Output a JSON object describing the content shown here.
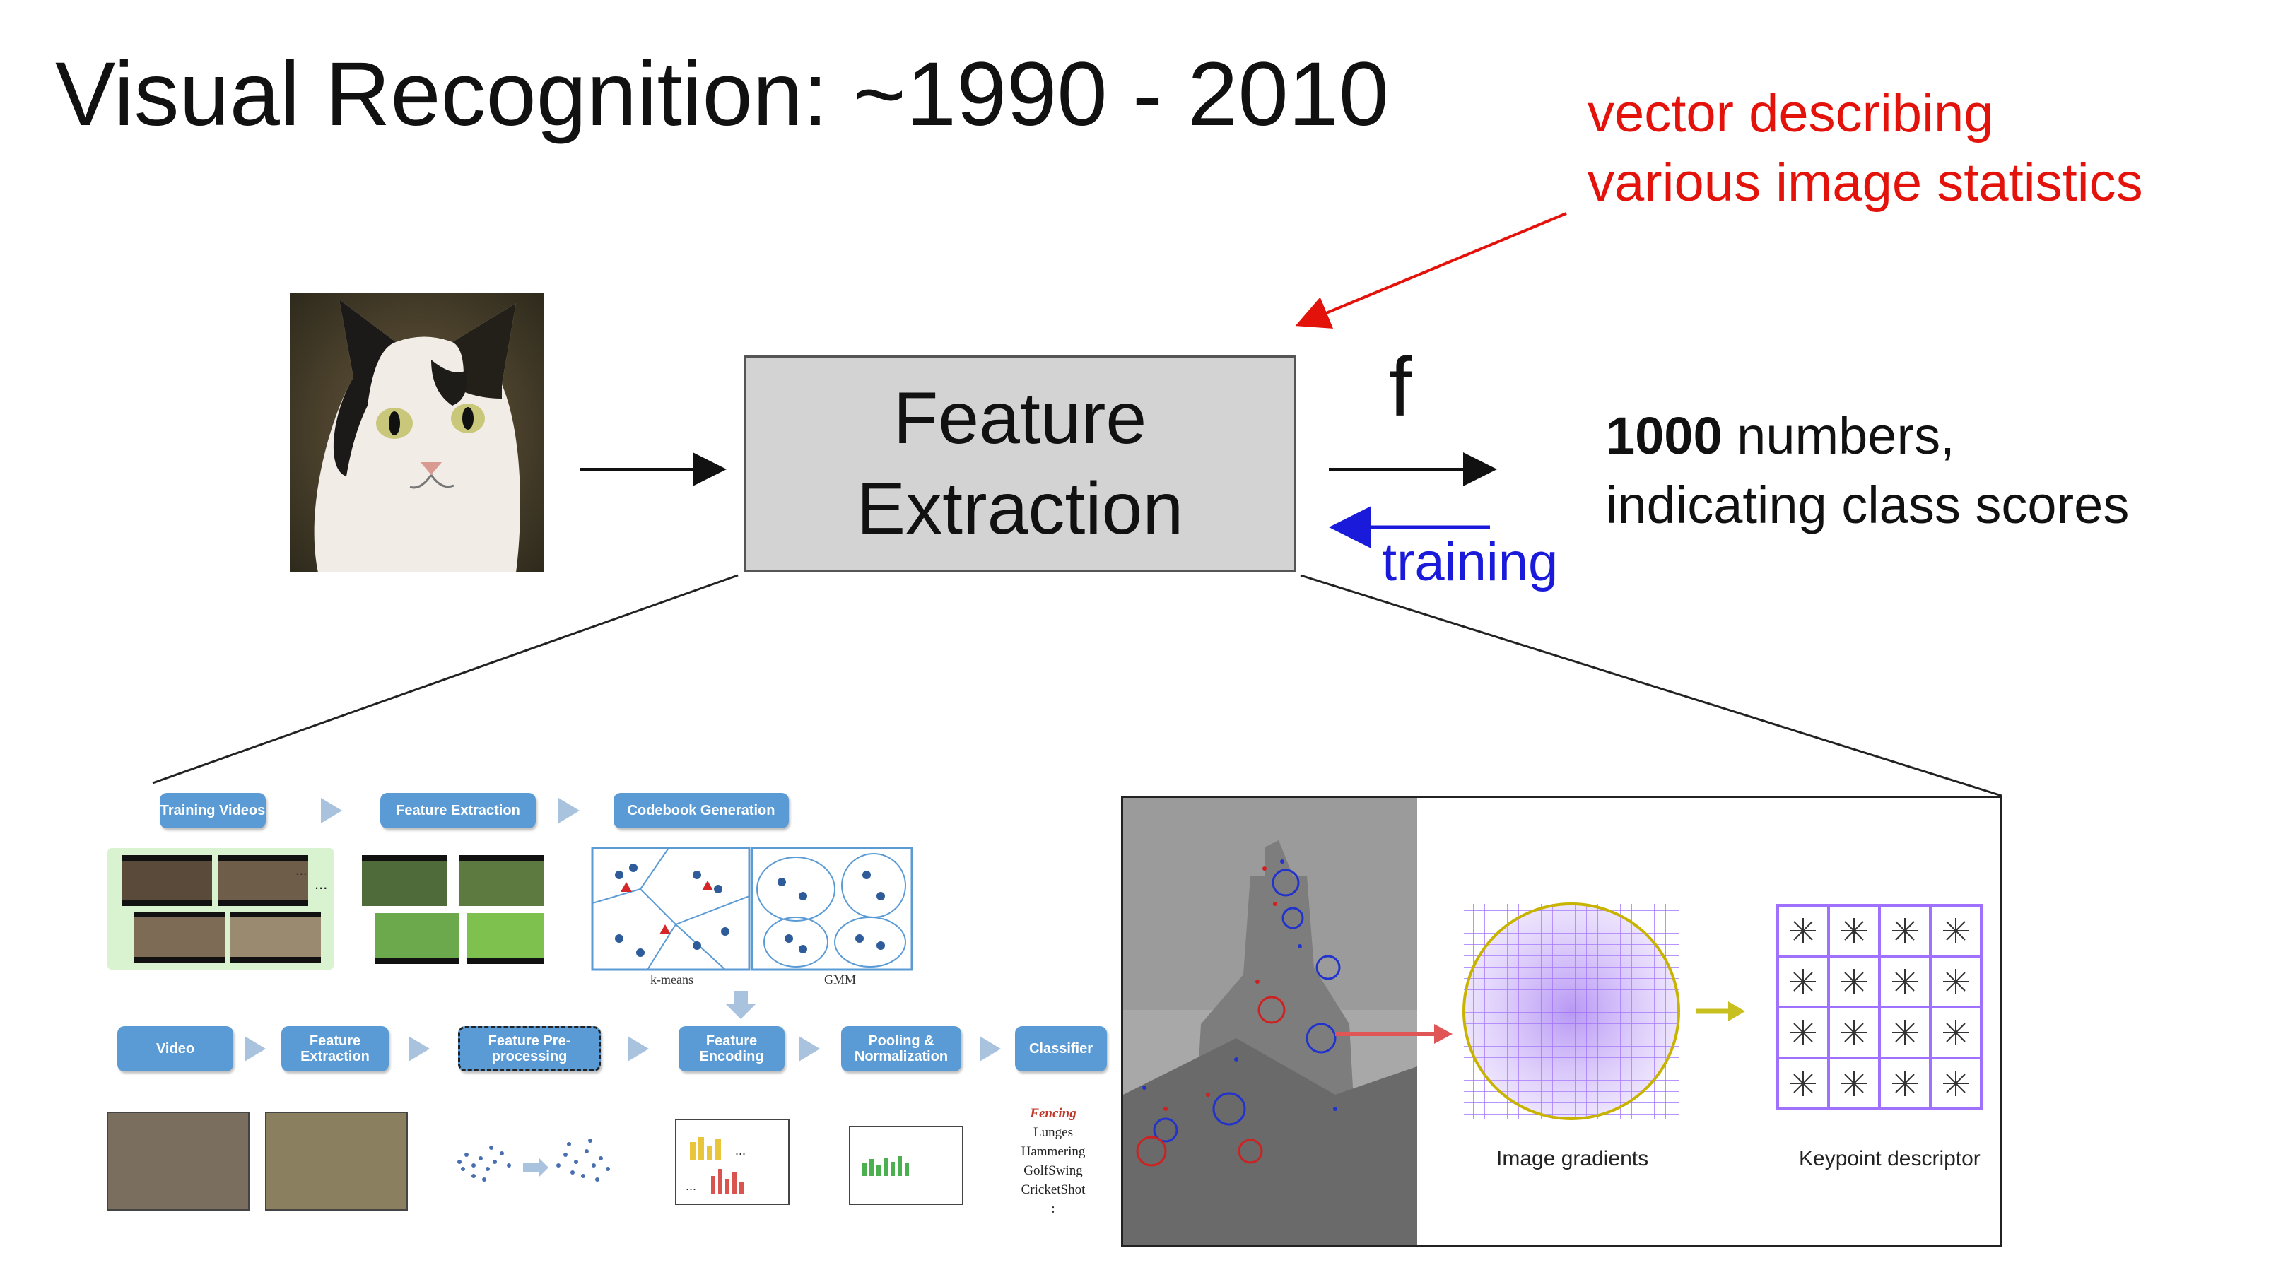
{
  "title": "Visual Recognition: ~1990 - 2010",
  "annotation": {
    "line1": "vector describing",
    "line2": "various image statistics",
    "color": "#e3120b"
  },
  "feature_box": {
    "line1": "Feature",
    "line2": "Extraction"
  },
  "function_label": "f",
  "training_label": "training",
  "output": {
    "bold_number": "1000",
    "line1_rest": " numbers,",
    "line2": "indicating class scores"
  },
  "pipeline": {
    "top_row": [
      "Training Videos",
      "Feature Extraction",
      "Codebook Generation"
    ],
    "cluster_labels": [
      "k-means",
      "GMM"
    ],
    "bottom_row": [
      "Video",
      "Feature Extraction",
      "Feature Pre-processing",
      "Feature Encoding",
      "Pooling & Normalization",
      "Classifier"
    ],
    "classes": [
      "Fencing",
      "Lunges",
      "Hammering",
      "GolfSwing",
      "CricketShot",
      ":"
    ],
    "ellipsis": "..."
  },
  "sift": {
    "gradients_caption": "Image gradients",
    "descriptor_caption": "Keypoint descriptor"
  },
  "colors": {
    "box_fill": "#d3d3d3",
    "training_arrow": "#1a1adb",
    "pipeline_blue": "#5b9bd5",
    "grid_purple": "#a070ff"
  }
}
